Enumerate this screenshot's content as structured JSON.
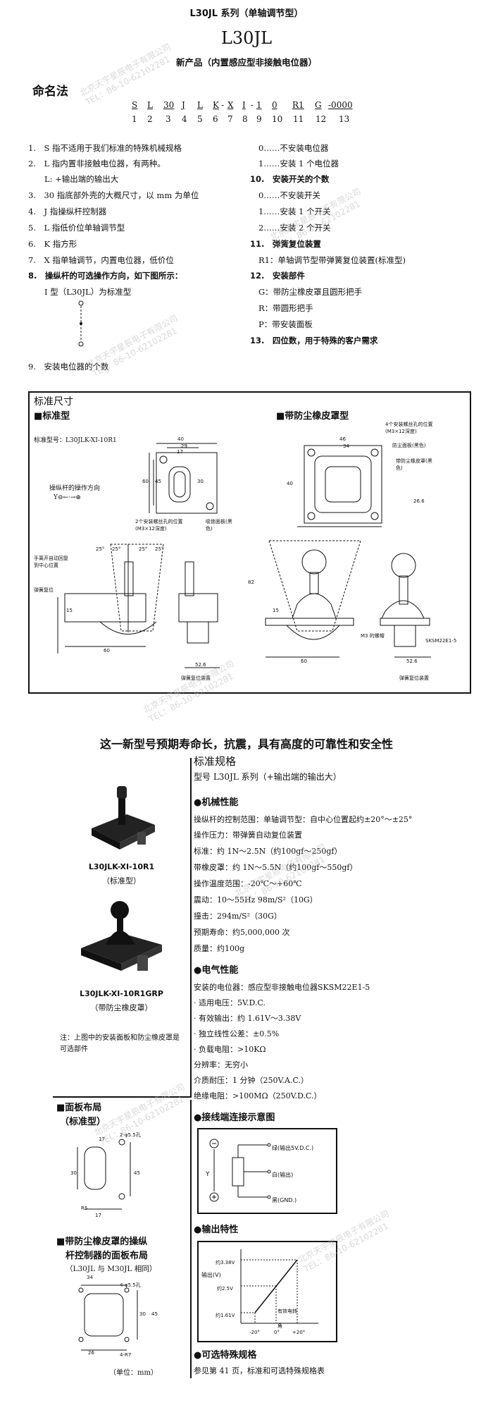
{
  "header": {
    "series_line": "L30JL 系列（单轴调节型）",
    "model": "L30JL",
    "subtitle": "新产品（内置感应型非接触电位器）"
  },
  "naming": {
    "title": "命名法",
    "code_parts": [
      "S",
      "L",
      "30",
      "J",
      "L",
      "K",
      "-",
      "X",
      "I",
      "-",
      "1",
      "0",
      "R1",
      "G",
      "-0000"
    ],
    "numbers": [
      "1",
      "2",
      "3",
      "4",
      "5",
      "6",
      "7",
      "8",
      "9",
      "10",
      "11",
      "12",
      "13"
    ]
  },
  "left_list": [
    "1.　S 指不适用于我们标准的特殊机械规格",
    "2.　L 指内置非接触电位器，有两种。",
    "　　L: +输出端的输出大",
    "3.　30 指底部外壳的大概尺寸，以 mm 为单位",
    "4.　J 指操纵杆控制器",
    "5.　L 指低价位单轴调节型",
    "6.　K 指方形",
    "7.　X 指单轴调节，内置电位器，低价位",
    "8.　操纵杆的可选操作方向，如下图所示：",
    "　　I 型（L30JL）为标准型",
    "9.　安装电位器的个数"
  ],
  "right_list": [
    "0……不安装电位器",
    "1……安装 1 个电位器",
    "10.　安装开关的个数",
    "0……不安装开关",
    "1……安装 1 个开关",
    "2……安装 2 个开关",
    "11.　弹簧复位装置",
    "R1：单轴调节型带弹簧复位装置(标准型)",
    "12.　安装部件",
    "G：带防尘橡皮罩且圆形把手",
    "R：带圆形把手",
    "P：带安装面板",
    "13.　四位数，用于特殊的客户需求"
  ],
  "dimensions": {
    "title": "标准尺寸",
    "standard_label": "■标准型",
    "dust_label": "■带防尘橡皮罩型",
    "std_model": "标准型号：L30JLK-XI-10R1",
    "direction_label": "操纵杆的操作方向",
    "direction_arrow": "Y⊖←·→⊕",
    "d": [
      "40",
      "29",
      "17",
      "60",
      "45",
      "30",
      "25°",
      "25°",
      "25°",
      "25°",
      "15",
      "60",
      "52.6",
      "46",
      "34",
      "26.6",
      "40",
      "15",
      "60",
      "52.6",
      "82"
    ],
    "notes": [
      "2个安装螺丝孔的位置(M3×12深度)",
      "吸锁面板(黑色)",
      "手离开自动回复到中心位置",
      "弹簧复位",
      "弹簧复位装置",
      "4个安装螺丝孔的位置(M3×12深度)",
      "防尘面板(黑色)",
      "带防尘橡皮罩(黑色)",
      "M3 的螺帽",
      "SKSM22E1-5",
      "弹簧复位装置"
    ]
  },
  "tagline": "这一新型号预期寿命长，抗震，具有高度的可靠性和安全性",
  "products": [
    {
      "name": "L30JLK-XI-10R1",
      "sub": "（标准型）"
    },
    {
      "name": "L30JLK-XI-10R1GRP",
      "sub": "（带防尘橡皮罩）"
    }
  ],
  "product_note": "注：上图中的安装面板和防尘橡皮罩是可选部件",
  "panel": {
    "title1": "■面板布局",
    "title1b": "（标准型）",
    "title2": "■带防尘橡皮罩的操纵",
    "title2b": "杆控制器的面板布局",
    "title2c": "（L30JL 与 M30JL 相同）",
    "unit": "（单位：mm）",
    "dims": [
      "2-φ5.5孔",
      "17",
      "30",
      "45",
      "R5",
      "17",
      "34",
      "4-φ5.5孔",
      "30",
      "26",
      "45",
      "4-R7"
    ]
  },
  "spec": {
    "title": "标准规格",
    "model_line": "型号 L30JL 系列（+输出端的输出大）",
    "mech_title": "●机械性能",
    "mech": [
      "操纵杆的控制范围：单轴调节型：自中心位置起约±20°～±25°",
      "操作压力：带弹簧自动复位装置",
      "标准：约 1N～2.5N（约100gf～250gf）",
      "带橡皮罩：约 1N～5.5N（约100gf～550gf）",
      "操作温度范围：-20℃～+60℃",
      "震动：10～55Hz 98m/S²（10G）",
      "撞击：294m/S²（30G）",
      "预期寿命：约5,000,000 次",
      "质量：约100g"
    ],
    "elec_title": "●电气性能",
    "elec": [
      "安装的电位器：感应型非接触电位器SKSM22E1-5",
      "· 适用电压：5V.D.C.",
      "· 有效输出：约 1.61V～3.38V",
      "· 独立线性公差：±0.5%",
      "· 负载电阻：>10KΩ",
      "分辨率：无穷小",
      "介质耐压：1 分钟（250V.A.C.）",
      "绝缘电阻：>100MΩ（250V.D.C.）"
    ],
    "wiring_title": "●接线端连接示意图",
    "wiring": [
      "绿(输出5V.D.C.)",
      "白(输出)",
      "黑(GND.)",
      "Y"
    ],
    "output_title": "●输出特性",
    "output_labels": [
      "约3.38V",
      "约2.5V",
      "约1.61V",
      "输出(V)",
      "有效电转角",
      "-20°",
      "0°",
      "+20°"
    ],
    "options_title": "●可选特殊规格",
    "options_text": "参见第 41 页，标准和可选特殊规格表"
  },
  "watermark": [
    "北京天宇星辰电子有限公司",
    "TEL：86-10-62102281"
  ]
}
